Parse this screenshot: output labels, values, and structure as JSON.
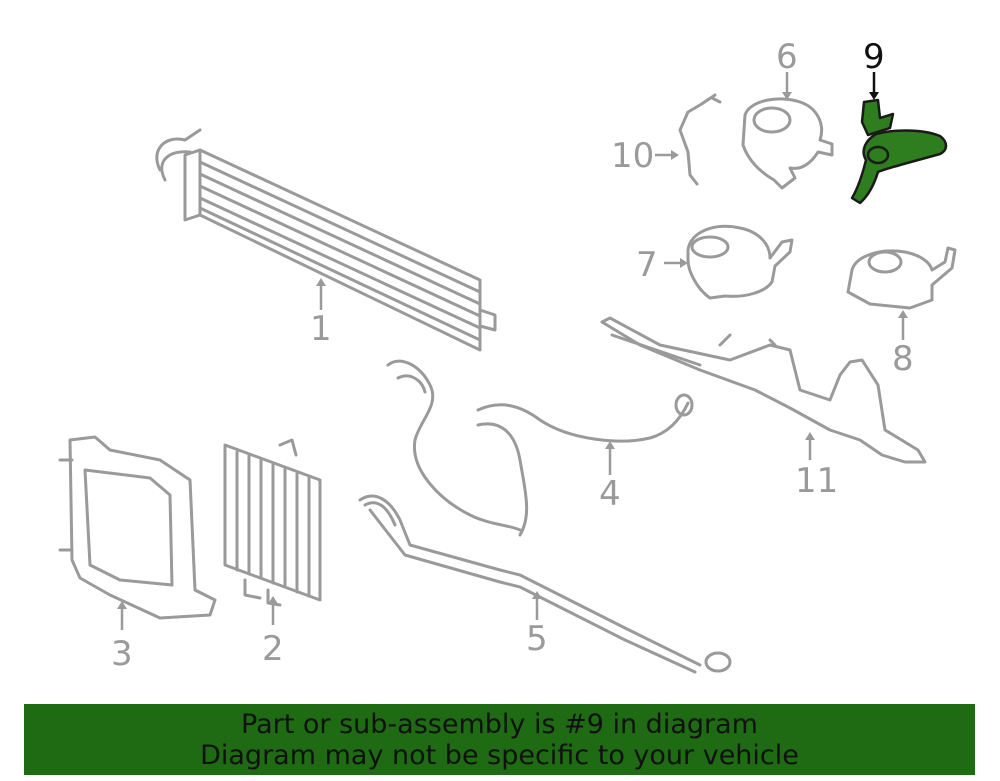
{
  "diagram": {
    "labels": {
      "p1": "1",
      "p2": "2",
      "p3": "3",
      "p4": "4",
      "p5": "5",
      "p6": "6",
      "p7": "7",
      "p8": "8",
      "p9": "9",
      "p10": "10",
      "p11": "11"
    },
    "highlighted_part": "9",
    "colors": {
      "line": "#9a9a9a",
      "highlight": "#2e7d1e",
      "banner": "#1e6b14"
    }
  },
  "banner": {
    "line1": "Part or sub-assembly is #9 in diagram",
    "line2": "Diagram may not be specific to your vehicle"
  }
}
